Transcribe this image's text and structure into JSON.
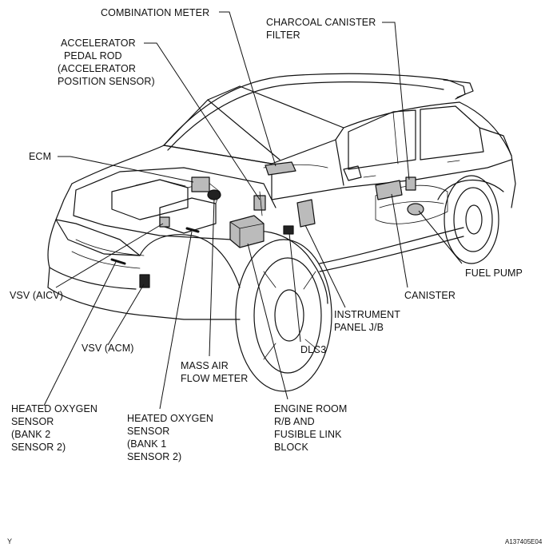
{
  "labels": {
    "combination_meter": [
      "COMBINATION METER"
    ],
    "charcoal_canister_filter": [
      "CHARCOAL CANISTER",
      "FILTER"
    ],
    "accelerator_pedal_rod": [
      "ACCELERATOR",
      "PEDAL ROD",
      "(ACCELERATOR",
      "POSITION SENSOR)"
    ],
    "ecm": [
      "ECM"
    ],
    "fuel_pump": [
      "FUEL PUMP"
    ],
    "canister": [
      "CANISTER"
    ],
    "vsv_aicv": [
      "VSV (AICV)"
    ],
    "instrument_panel_jb": [
      "INSTRUMENT",
      "PANEL J/B"
    ],
    "vsv_acm": [
      "VSV (ACM)"
    ],
    "dlc3": [
      "DLC3"
    ],
    "mass_air_flow_meter": [
      "MASS AIR",
      "FLOW METER"
    ],
    "heated_o2_bank2": [
      "HEATED OXYGEN",
      "SENSOR",
      "(BANK 2",
      "SENSOR 2)"
    ],
    "heated_o2_bank1": [
      "HEATED OXYGEN",
      "SENSOR",
      "(BANK 1",
      "SENSOR 2)"
    ],
    "engine_room_rb": [
      "ENGINE ROOM",
      "R/B AND",
      "FUSIBLE LINK",
      "BLOCK"
    ]
  },
  "footer": {
    "left_mark": "Y",
    "figure_code": "A137405E04"
  }
}
